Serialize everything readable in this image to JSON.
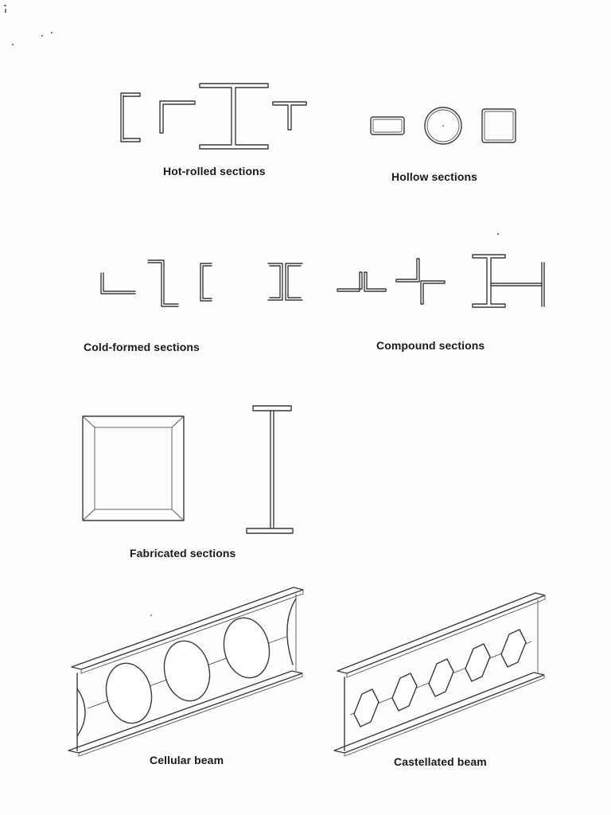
{
  "captions": {
    "hot_rolled": "Hot-rolled sections",
    "hollow": "Hollow sections",
    "cold_formed": "Cold-formed sections",
    "compound": "Compound sections",
    "fabricated": "Fabricated sections",
    "cellular": "Cellular beam",
    "castellated": "Castellated beam"
  },
  "colors": {
    "line": "#3a3a3a",
    "text": "#1a1a1a",
    "paper": "#fdfdfd"
  }
}
